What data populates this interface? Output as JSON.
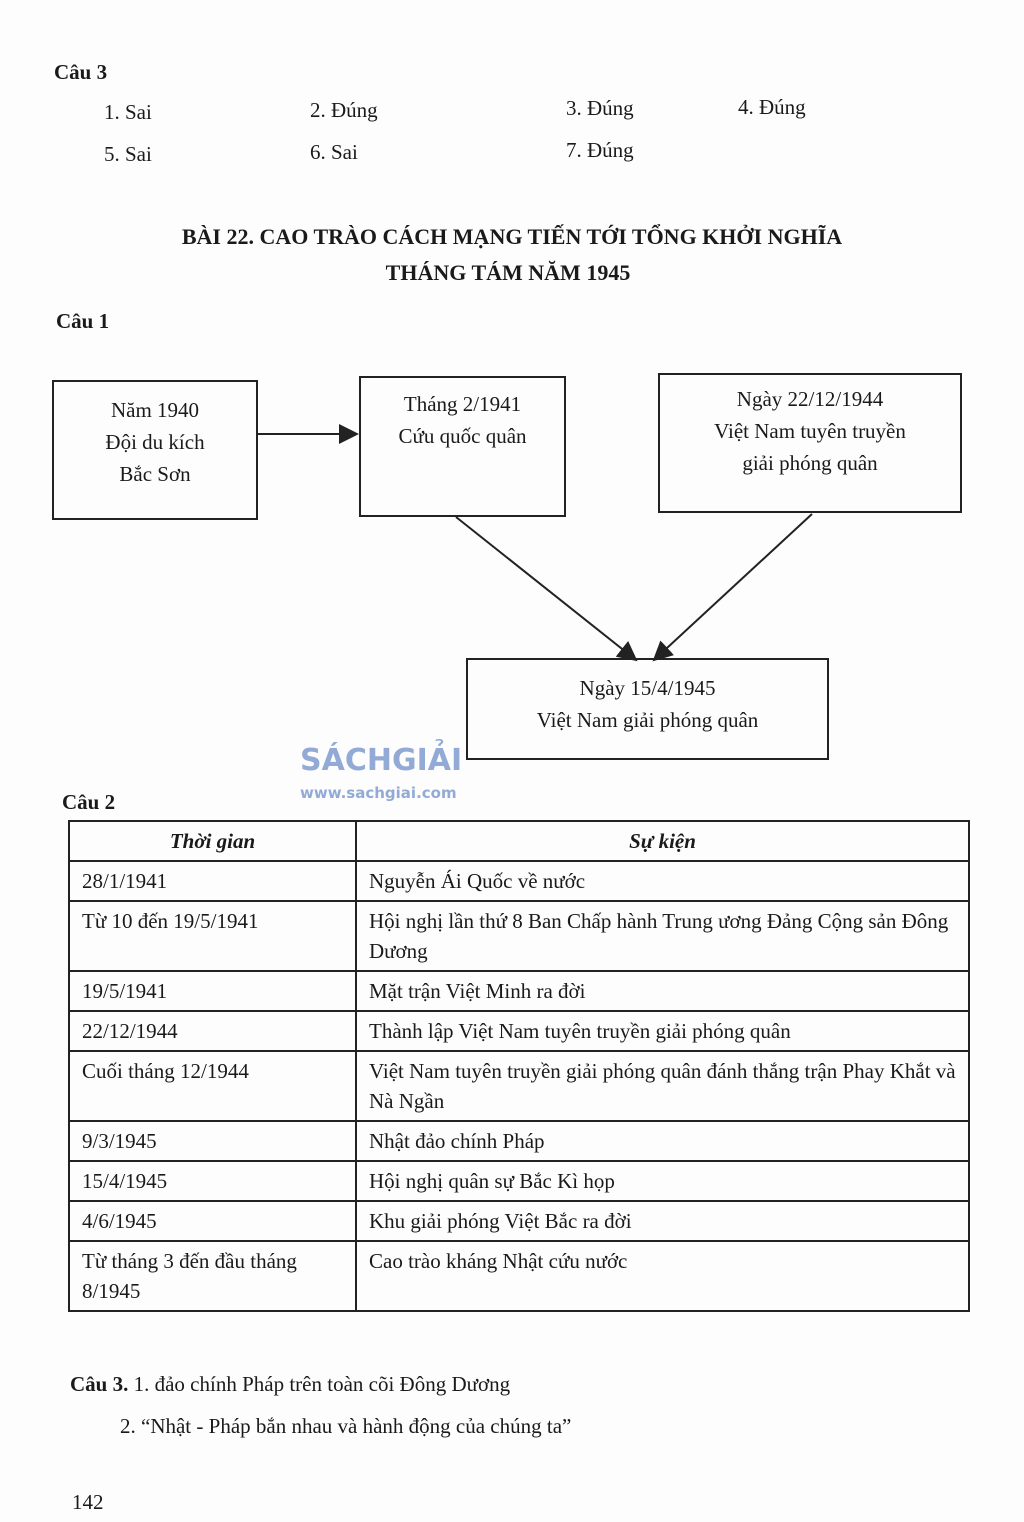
{
  "cau3_top": {
    "title": "Câu 3",
    "answers": [
      "1. Sai",
      "2. Đúng",
      "3. Đúng",
      "4. Đúng",
      "5. Sai",
      "6. Sai",
      "7. Đúng"
    ]
  },
  "lesson": {
    "title_line1": "BÀI 22. CAO TRÀO CÁCH MẠNG TIẾN TỚI TỔNG KHỞI NGHĨA",
    "title_line2": "THÁNG TÁM NĂM 1945"
  },
  "cau1": {
    "title": "Câu 1",
    "boxes": [
      {
        "lines": [
          "Năm 1940",
          "Đội du kích",
          "Bắc Sơn"
        ]
      },
      {
        "lines": [
          "Tháng 2/1941",
          "Cứu quốc quân"
        ]
      },
      {
        "lines": [
          "Ngày 22/12/1944",
          "Việt Nam tuyên truyền",
          "giải phóng quân"
        ]
      },
      {
        "lines": [
          "Ngày 15/4/1945",
          "Việt Nam giải phóng quân"
        ]
      }
    ]
  },
  "watermark": {
    "brand": "SÁCHGIẢI",
    "url": "www.sachgiai.com"
  },
  "cau2": {
    "title": "Câu 2",
    "headers": [
      "Thời gian",
      "Sự kiện"
    ],
    "rows": [
      [
        "28/1/1941",
        "Nguyễn Ái Quốc về nước"
      ],
      [
        "Từ 10 đến 19/5/1941",
        "Hội nghị lần thứ 8 Ban Chấp hành Trung ương Đảng Cộng sản Đông Dương"
      ],
      [
        "19/5/1941",
        "Mặt trận Việt Minh ra đời"
      ],
      [
        "22/12/1944",
        "Thành lập Việt Nam tuyên truyền giải phóng quân"
      ],
      [
        "Cuối tháng 12/1944",
        "Việt Nam tuyên truyền giải phóng quân đánh thắng trận Phay Khắt và Nà Ngần"
      ],
      [
        "9/3/1945",
        "Nhật đảo chính Pháp"
      ],
      [
        "15/4/1945",
        "Hội nghị quân sự Bắc Kì họp"
      ],
      [
        "4/6/1945",
        "Khu giải phóng Việt Bắc ra đời"
      ],
      [
        "Từ tháng 3 đến đầu tháng 8/1945",
        "Cao trào kháng Nhật cứu nước"
      ]
    ]
  },
  "cau3_bottom": {
    "title": "Câu 3.",
    "line1": "1. đảo chính Pháp trên toàn cõi Đông Dương",
    "line2": "2. “Nhật - Pháp bắn nhau và hành động của chúng ta”"
  },
  "page_number": "142"
}
